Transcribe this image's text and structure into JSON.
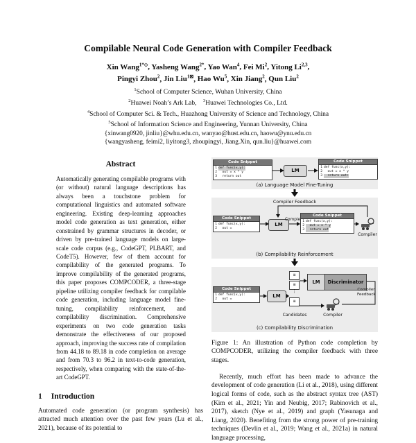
{
  "title": "Compilable Neural Code Generation with Compiler Feedback",
  "authors": {
    "line1": [
      {
        "name": "Xin Wang",
        "sup": "1*◇"
      },
      {
        "name": "Yasheng Wang",
        "sup": "2*"
      },
      {
        "name": "Yao Wan",
        "sup": "4"
      },
      {
        "name": "Fei Mi",
        "sup": "2"
      },
      {
        "name": "Yitong Li",
        "sup": "2,3"
      }
    ],
    "line2": [
      {
        "name": "Pingyi Zhou",
        "sup": "2"
      },
      {
        "name": "Jin Liu",
        "sup": "1⊠"
      },
      {
        "name": "Hao Wu",
        "sup": "5"
      },
      {
        "name": "Xin Jiang",
        "sup": "2"
      },
      {
        "name": "Qun Liu",
        "sup": "2"
      }
    ]
  },
  "affiliations": [
    [
      {
        "sup": "1",
        "text": "School of Computer Science, Wuhan University, China"
      }
    ],
    [
      {
        "sup": "2",
        "text": "Huawei Noah’s Ark Lab,"
      },
      {
        "sup": "3",
        "text": "Huawei Technologies Co., Ltd."
      }
    ],
    [
      {
        "sup": "4",
        "text": "School of Computer Sci. & Tech., Huazhong University of Science and Technology, China"
      }
    ],
    [
      {
        "sup": "5",
        "text": "School of Information Science and Engineering, Yunnan University, China"
      }
    ]
  ],
  "emails": [
    "{xinwang0920, jinliu}@whu.edu.cn,  wanyao@hust.edu.cn,  haowu@ynu.edu.cn",
    "{wangyasheng, feimi2, liyitong3, zhoupingyi, Jiang.Xin, qun.liu}@huawei.com"
  ],
  "abstract": {
    "heading": "Abstract",
    "body": "Automatically generating compilable programs with (or without) natural language descriptions has always been a touchstone problem for computational linguistics and automated software engineering. Existing deep-learning approaches model code generation as text generation, either constrained by grammar structures in decoder, or driven by pre-trained language models on large-scale code corpus (e.g., CodeGPT, PLBART, and CodeT5). However, few of them account for compilability of the generated programs. To improve compilability of the generated programs, this paper proposes COMPCODER, a three-stage pipeline utilizing compiler feedback for compilable code generation, including language model fine-tuning, compilability reinforcement, and compilability discrimination. Comprehensive experiments on two code generation tasks demonstrate the effectiveness of our proposed approach, improving the success rate of compilation from 44.18 to 89.18 in code completion on average and from 70.3 to 96.2 in text-to-code generation, respectively, when comparing with the state-of-the-art CodeGPT."
  },
  "introduction": {
    "number": "1",
    "heading": "Introduction",
    "body": "Automated code generation (or program synthesis) has attracted much attention over the past few years (Lu et al., 2021), because of its potential to"
  },
  "figure": {
    "caption": "Figure 1: An illustration of Python code completion by COMPCODER, utilizing the compiler feedback with three stages.",
    "code_snippet_title": "Code Snippet",
    "lm": "LM",
    "discriminator": "Discriminator",
    "compiler": "Compiler",
    "candidates": "Candidates",
    "completing": "Completing",
    "compiler_feedback": "Compiler Feedback",
    "captions": {
      "a": "(a) Language Model Fine-Tuning",
      "b": "(b) Compilability Reinforcement",
      "c": "(c) Compilability Discrimination"
    },
    "snippets": {
      "a_left": [
        {
          "n": "1",
          "t": "def func(x,y):",
          "hl": true
        },
        {
          "n": "2",
          "t": "  out = x * y"
        },
        {
          "n": "3",
          "t": "  return out"
        }
      ],
      "a_right": [
        {
          "n": "1",
          "t": "def func(x,y):"
        },
        {
          "n": "2",
          "t": "  out = x * y"
        },
        {
          "n": "3",
          "t": "  return out+",
          "hl": true
        }
      ],
      "b_left": [
        {
          "n": "1",
          "t": "def func(x,y):"
        },
        {
          "n": "2",
          "t": "  out ="
        }
      ],
      "b_right": [
        {
          "n": "1",
          "t": "def func(x,y):"
        },
        {
          "n": "2",
          "t": "  out = x * y",
          "hl": true
        },
        {
          "n": "3",
          "t": "  return out",
          "hl": true
        }
      ],
      "c_left": [
        {
          "n": "1",
          "t": "def func(x,y):"
        },
        {
          "n": "2",
          "t": "  out ="
        }
      ]
    }
  },
  "right_column": {
    "paragraph": "Recently, much effort has been made to advance the development of code generation (Li et al., 2018), using different logical forms of code, such as the abstract syntax tree (AST) (Kim et al., 2021; Yin and Neubig, 2017; Rabinovich et al., 2017), sketch (Nye et al., 2019) and graph (Yasunaga and Liang, 2020). Benefiting from the strong power of pre-training techniques (Devlin et al., 2019; Wang et al., 2021a) in natural language processing,"
  }
}
